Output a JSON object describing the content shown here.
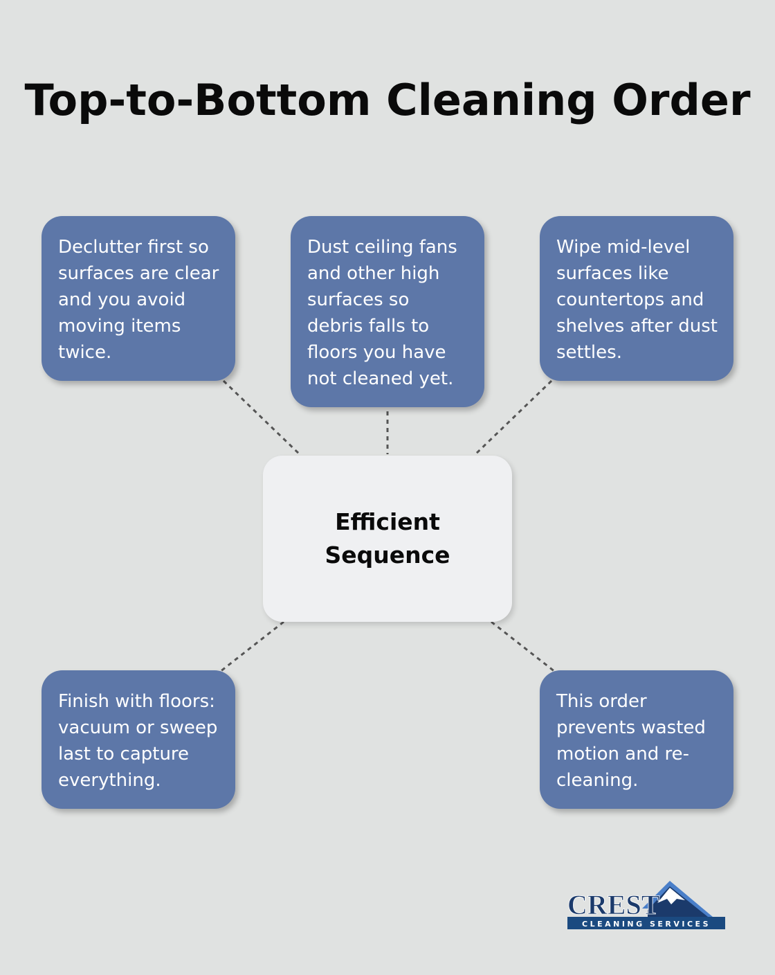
{
  "title": "Top-to-Bottom Cleaning Order",
  "center": "Efficient Sequence",
  "boxes": [
    "Declutter first so surfaces are clear and you avoid moving items twice.",
    "Dust ceiling fans and other high surfaces so debris falls to floors you have not cleaned yet.",
    "Wipe mid-level surfaces like countertops and shelves after dust settles.",
    "Finish with floors: vacuum or sweep last to capture everything.",
    "This order prevents wasted motion and re-cleaning."
  ],
  "logo": {
    "name": "CREST",
    "tagline": "CLEANING SERVICES"
  },
  "colors": {
    "box": "#5d77a8",
    "center": "#eff0f2",
    "background": "#e0e2e1"
  }
}
